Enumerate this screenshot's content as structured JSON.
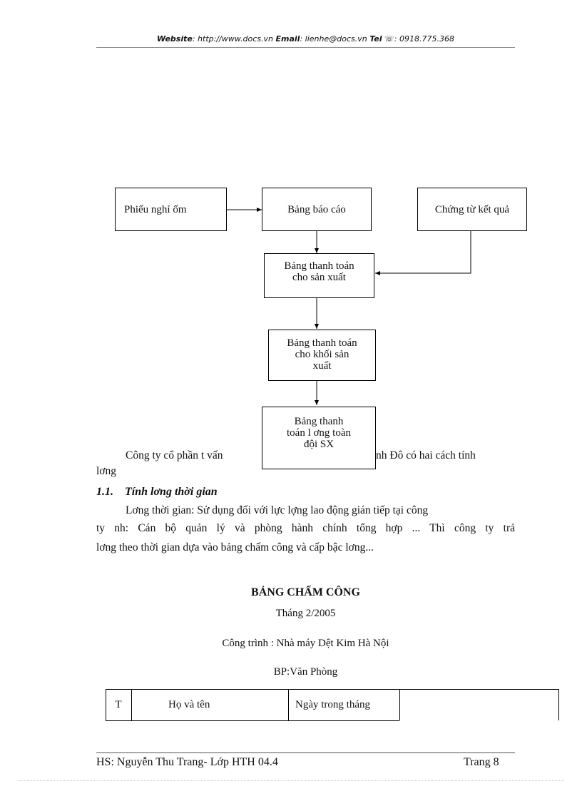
{
  "header": {
    "website_label": "Website",
    "website_value": ": http://www.docs.vn",
    "email_label": "Email",
    "email_value": ": lienhe@docs.vn",
    "tel_label": "Tel",
    "tel_value": ": 0918.775.368"
  },
  "flowchart": {
    "phieu_nghi_om": "Phiếu nghỉ ốm",
    "bang_bao_cao": "Bảng  báo cáo",
    "chung_tu": "Chứng từ kết quả",
    "bang_tt_sx_l1": "Bảng thanh toán",
    "bang_tt_sx_l2": "cho sản xuất",
    "bang_tt_khoi_l1": "Bảng thanh toán",
    "bang_tt_khoi_l2": "cho khối sản",
    "bang_tt_khoi_l3": "xuất",
    "bang_tt_doi_l1": "Bảng thanh",
    "bang_tt_doi_l2": "toán l  ơng toàn",
    "bang_tt_doi_l3": "đội SX"
  },
  "body": {
    "p1_left": "Công ty cổ phần t   vấn",
    "p1_right": "nh Đô có hai cách tính",
    "p1_line2": "lơng",
    "section_number": "1.1.",
    "section_title": "Tính lơng   thời gian",
    "p2_line1": "Lơng   thời gian: Sử dụng đối với lực lợng   lao động gián tiếp tại công",
    "p2_line2": "ty nh:  Cán bộ quản lý và phòng hành chính tổng hợp ... Thì công ty trả",
    "p2_line3": "lơng   theo thời gian dựa vào bảng chấm công và cấp bậc lơng..."
  },
  "timesheet": {
    "title": "BẢNG CHẤM CÔNG",
    "month": "Tháng 2/2005",
    "project": "Công trình : Nhà máy Dệt Kim Hà Nội",
    "department": "BP:Văn Phòng",
    "col_t": "T",
    "col_name": "Họ và tên",
    "col_days": "Ngày trong tháng"
  },
  "footer": {
    "student": "HS: Nguyễn Thu Trang- Lớp HTH 04.4",
    "page": "Trang 8"
  }
}
